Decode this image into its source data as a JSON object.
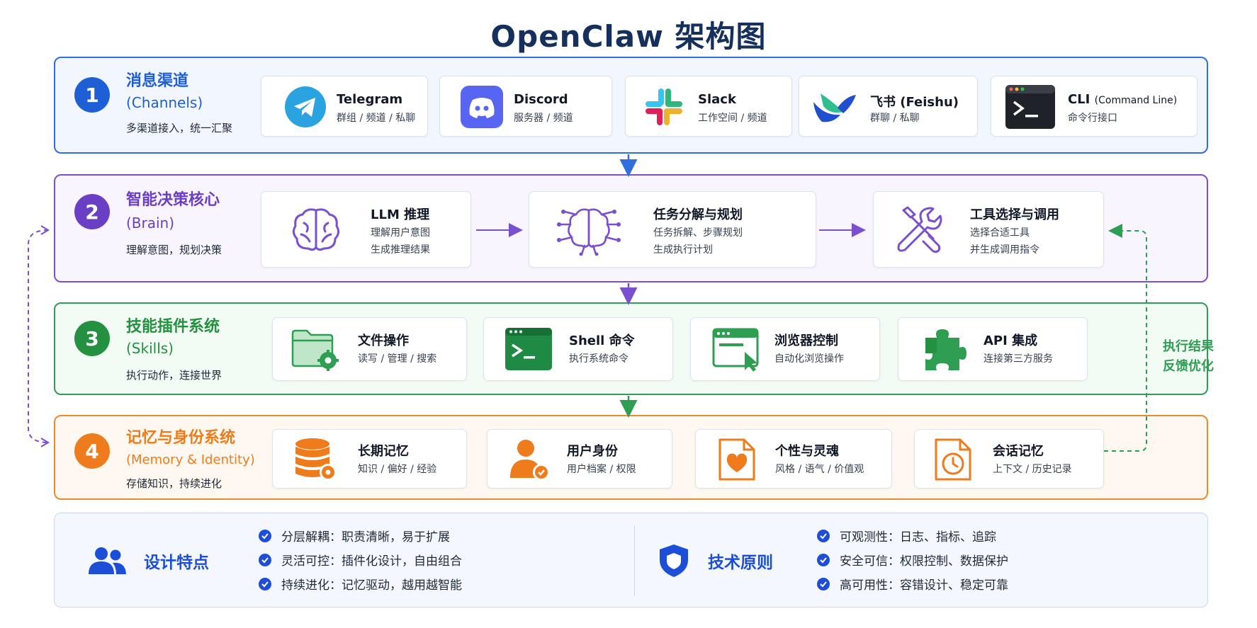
{
  "title": "OpenClaw 架构图",
  "layers": {
    "channels": {
      "number": "1",
      "name": "消息渠道",
      "en": "(Channels)",
      "desc": "多渠道接入，统一汇聚",
      "color": "#2f6fe0",
      "cards": [
        {
          "icon": "telegram-icon",
          "title": "Telegram",
          "sub": "群组 / 频道 / 私聊"
        },
        {
          "icon": "discord-icon",
          "title": "Discord",
          "sub": "服务器 / 频道"
        },
        {
          "icon": "slack-icon",
          "title": "Slack",
          "sub": "工作空间 / 频道"
        },
        {
          "icon": "feishu-icon",
          "title": "飞书 (Feishu)",
          "sub": "群聊 / 私聊"
        },
        {
          "icon": "terminal-icon",
          "title": "CLI",
          "title_small": "(Command Line)",
          "sub": "命令行接口"
        }
      ]
    },
    "brain": {
      "number": "2",
      "name": "智能决策核心",
      "en": "(Brain)",
      "desc": "理解意图，规划决策",
      "color": "#7a4fd0",
      "cards": [
        {
          "icon": "brain-icon",
          "title": "LLM 推理",
          "sub1": "理解用户意图",
          "sub2": "生成推理结果"
        },
        {
          "icon": "brain-circuit-icon",
          "title": "任务分解与规划",
          "sub1": "任务拆解、步骤规划",
          "sub2": "生成执行计划"
        },
        {
          "icon": "tools-icon",
          "title": "工具选择与调用",
          "sub1": "选择合适工具",
          "sub2": "并生成调用指令"
        }
      ]
    },
    "skills": {
      "number": "3",
      "name": "技能插件系统",
      "en": "(Skills)",
      "desc": "执行动作，连接世界",
      "color": "#2e9e52",
      "cards": [
        {
          "icon": "folder-gear-icon",
          "title": "文件操作",
          "sub": "读写 / 管理 / 搜索"
        },
        {
          "icon": "shell-icon",
          "title": "Shell 命令",
          "sub": "执行系统命令"
        },
        {
          "icon": "browser-icon",
          "title": "浏览器控制",
          "sub": "自动化浏览操作"
        },
        {
          "icon": "puzzle-icon",
          "title": "API 集成",
          "sub": "连接第三方服务"
        }
      ]
    },
    "memory": {
      "number": "4",
      "name": "记忆与身份系统",
      "en": "(Memory & Identity)",
      "desc": "存储知识，持续进化",
      "color": "#f0892b",
      "cards": [
        {
          "icon": "database-icon",
          "title": "长期记忆",
          "sub": "知识 / 偏好 / 经验"
        },
        {
          "icon": "user-icon",
          "title": "用户身份",
          "sub": "用户档案 / 权限"
        },
        {
          "icon": "heart-doc-icon",
          "title": "个性与灵魂",
          "sub": "风格 / 语气 / 价值观"
        },
        {
          "icon": "clock-doc-icon",
          "title": "会话记忆",
          "sub": "上下文 / 历史记录"
        }
      ]
    }
  },
  "feedback_label_1": "执行结果",
  "feedback_label_2": "反馈优化",
  "footer": {
    "design": {
      "icon": "users-icon",
      "title": "设计特点",
      "items": [
        "分层解耦：职责清晰，易于扩展",
        "灵活可控：插件化设计，自由组合",
        "持续进化：记忆驱动，越用越智能"
      ]
    },
    "tech": {
      "icon": "shield-icon",
      "title": "技术原则",
      "items": [
        "可观测性：日志、指标、追踪",
        "安全可信：权限控制、数据保护",
        "高可用性：容错设计、稳定可靠"
      ]
    }
  }
}
